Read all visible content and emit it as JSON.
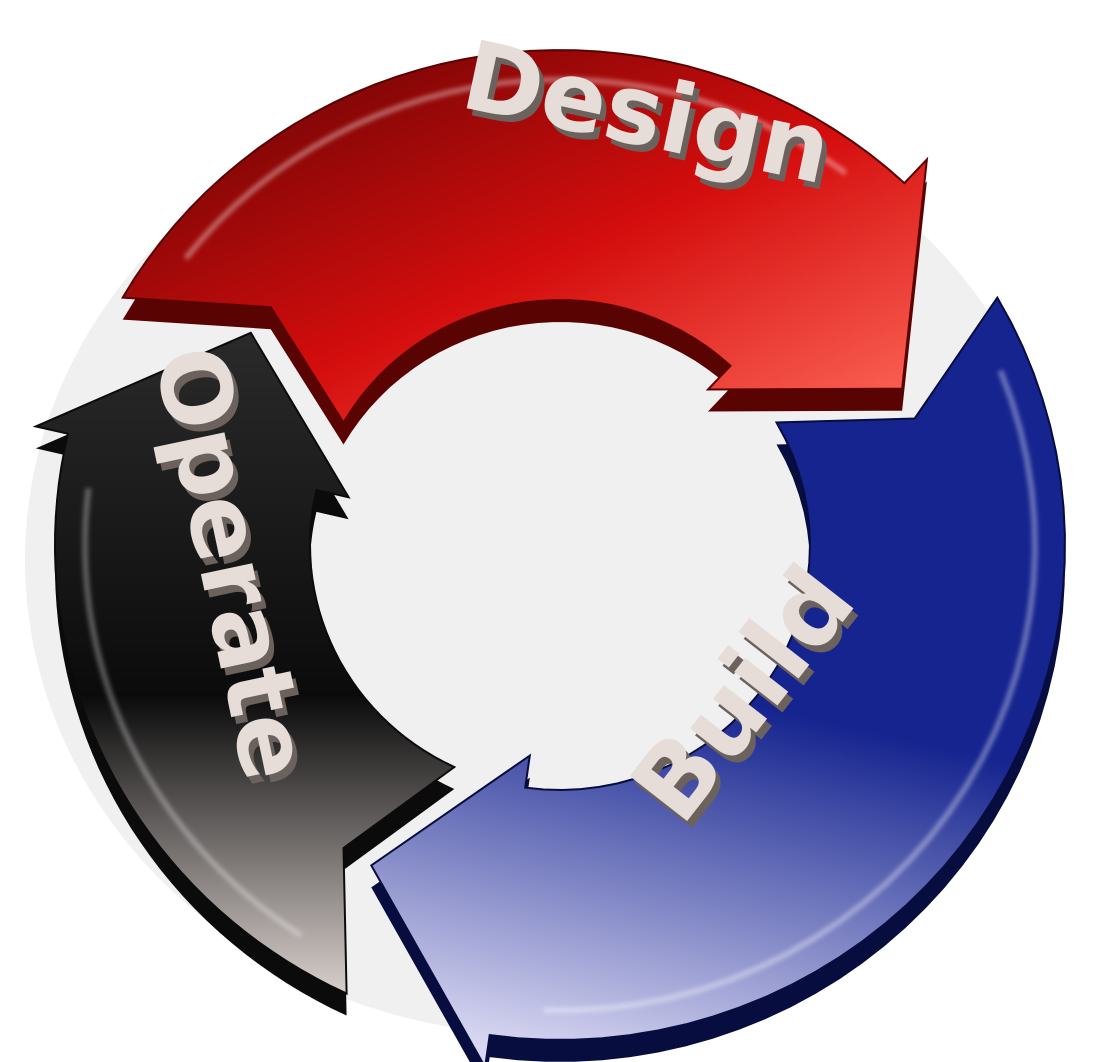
{
  "diagram": {
    "type": "cycle",
    "direction": "clockwise",
    "stages": [
      {
        "id": "design",
        "label": "Design",
        "color": "#d40d0d",
        "dark": "#5a0303",
        "light": "#ff6a5a"
      },
      {
        "id": "build",
        "label": "Build",
        "color": "#15248f",
        "dark": "#070d3f",
        "light": "#d9d8f2"
      },
      {
        "id": "operate",
        "label": "Operate",
        "color": "#2a2a2a",
        "dark": "#0b0b0b",
        "light": "#d8cfcc"
      }
    ],
    "text_color": "#e6ddd8",
    "text_shadow_color": "#6b625e"
  }
}
